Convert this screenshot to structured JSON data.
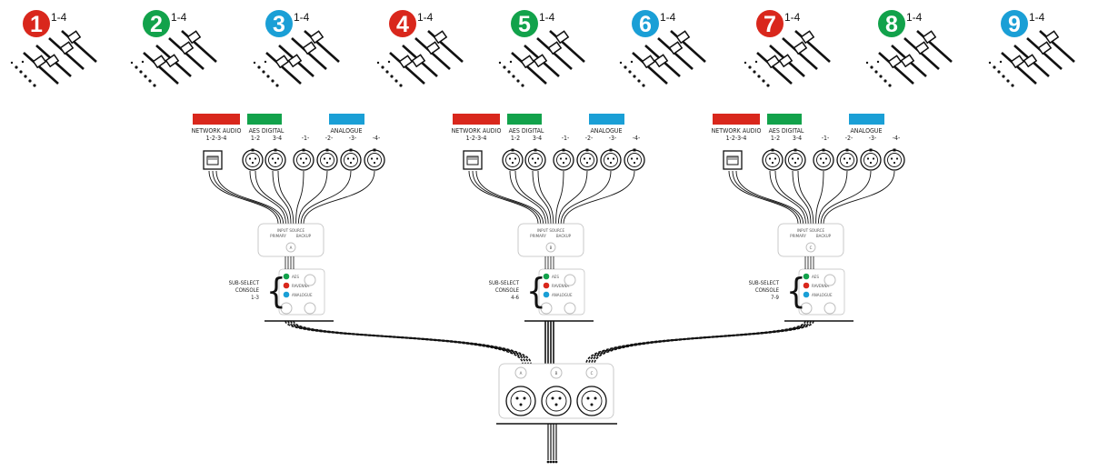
{
  "colors": {
    "red": "#d9271c",
    "green": "#12a24b",
    "blue": "#1a9fd6",
    "line": "#111111",
    "faint": "#bdbdbd"
  },
  "consoles": [
    {
      "number": "1",
      "range": "1-4",
      "color": "#d9271c"
    },
    {
      "number": "2",
      "range": "1-4",
      "color": "#12a24b"
    },
    {
      "number": "3",
      "range": "1-4",
      "color": "#1a9fd6"
    },
    {
      "number": "4",
      "range": "1-4",
      "color": "#d9271c"
    },
    {
      "number": "5",
      "range": "1-4",
      "color": "#12a24b"
    },
    {
      "number": "6",
      "range": "1-4",
      "color": "#1a9fd6"
    },
    {
      "number": "7",
      "range": "1-4",
      "color": "#d9271c"
    },
    {
      "number": "8",
      "range": "1-4",
      "color": "#12a24b"
    },
    {
      "number": "9",
      "range": "1-4",
      "color": "#1a9fd6"
    }
  ],
  "groups": [
    {
      "network_label": "NETWORK AUDIO",
      "network_channels": "1-2-3-4",
      "aes_label": "AES DIGITAL",
      "aes_channels": [
        "1-2",
        "3-4"
      ],
      "analogue_label": "ANALOGUE",
      "analogue_channels": [
        "-1-",
        "-2-",
        "-3-",
        "-4-"
      ],
      "switch_title": "INPUT SOURCE",
      "switch_primary": "PRIMARY",
      "switch_backup": "BACKUP",
      "switch_letter": "A",
      "side_label": [
        "SUB-SELECT",
        "CONSOLE",
        "1-3"
      ],
      "leds": [
        {
          "color": "#12a24b",
          "label": "AES"
        },
        {
          "color": "#d9271c",
          "label": "RAVENNA"
        },
        {
          "color": "#1a9fd6",
          "label": "ANALOGUE"
        }
      ]
    },
    {
      "network_label": "NETWORK AUDIO",
      "network_channels": "1-2-3-4",
      "aes_label": "AES DIGITAL",
      "aes_channels": [
        "1-2",
        "3-4"
      ],
      "analogue_label": "ANALOGUE",
      "analogue_channels": [
        "-1-",
        "-2-",
        "-3-",
        "-4-"
      ],
      "switch_title": "INPUT SOURCE",
      "switch_primary": "PRIMARY",
      "switch_backup": "BACKUP",
      "switch_letter": "B",
      "side_label": [
        "SUB-SELECT",
        "CONSOLE",
        "4-6"
      ],
      "leds": [
        {
          "color": "#12a24b",
          "label": "AES"
        },
        {
          "color": "#d9271c",
          "label": "RAVENNA"
        },
        {
          "color": "#1a9fd6",
          "label": "ANALOGUE"
        }
      ]
    },
    {
      "network_label": "NETWORK AUDIO",
      "network_channels": "1-2-3-4",
      "aes_label": "AES DIGITAL",
      "aes_channels": [
        "1-2",
        "3-4"
      ],
      "analogue_label": "ANALOGUE",
      "analogue_channels": [
        "-1-",
        "-2-",
        "-3-",
        "-4-"
      ],
      "switch_title": "INPUT SOURCE",
      "switch_primary": "PRIMARY",
      "switch_backup": "BACKUP",
      "switch_letter": "C",
      "side_label": [
        "SUB-SELECT",
        "CONSOLE",
        "7-9"
      ],
      "leds": [
        {
          "color": "#12a24b",
          "label": "AES"
        },
        {
          "color": "#d9271c",
          "label": "RAVENNA"
        },
        {
          "color": "#1a9fd6",
          "label": "ANALOGUE"
        }
      ]
    }
  ],
  "output_panel": {
    "letters": [
      "A",
      "B",
      "C"
    ]
  }
}
